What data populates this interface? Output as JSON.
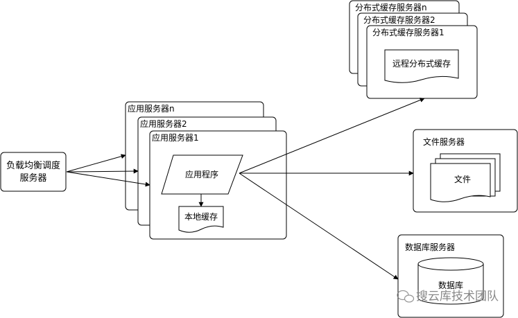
{
  "nodes": {
    "load_balancer": [
      "负载均衡调度",
      "服务器"
    ],
    "app_servers": [
      "应用服务器n",
      "应用服务器2",
      "应用服务器1"
    ],
    "app_program": "应用程序",
    "local_cache": "本地缓存",
    "cache_servers": [
      "分布式缓存服务器n",
      "分布式缓存服务器2",
      "分布式缓存服务器1"
    ],
    "remote_cache": "远程分布式缓存",
    "file_server": "文件服务器",
    "file": "文件",
    "db_server": "数据库服务器",
    "database": "数据库"
  },
  "watermark": "搜云库技术团队"
}
